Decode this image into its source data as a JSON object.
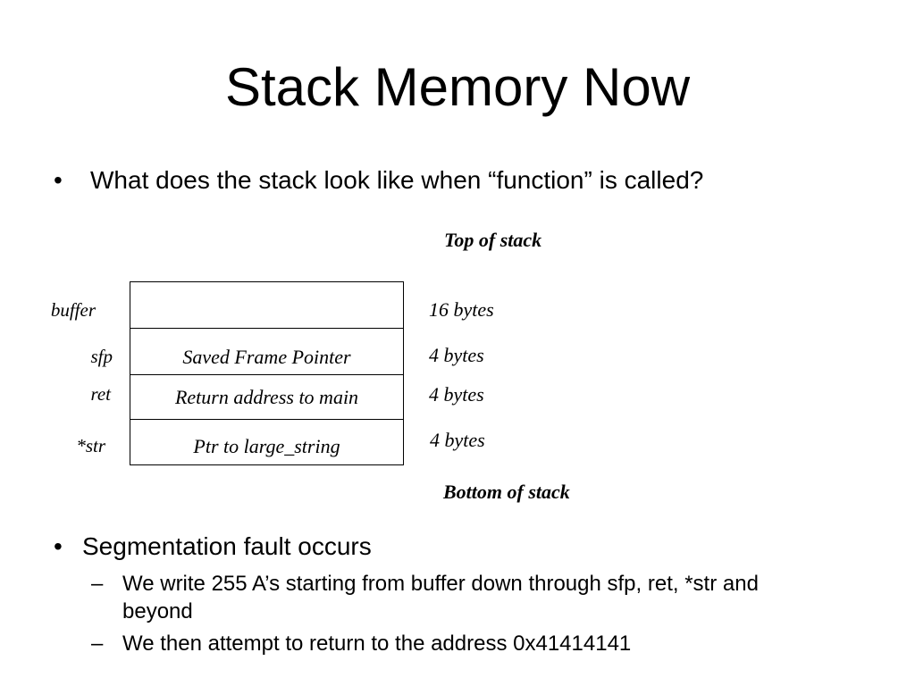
{
  "slide": {
    "title": "Stack Memory Now"
  },
  "bullets": {
    "first": "What does the stack look like when “function” is called?",
    "second": "Segmentation fault occurs",
    "marker": "•",
    "dash": "–"
  },
  "sub_bullets": [
    "We write 255 A’s starting from buffer down through sfp, ret, *str and beyond",
    "We then attempt to return to the address 0x41414141"
  ],
  "diagram": {
    "top_label": "Top of stack",
    "bottom_label": "Bottom of stack",
    "rows": [
      {
        "name": "buffer",
        "content": "",
        "size": "16 bytes"
      },
      {
        "name": "sfp",
        "content": "Saved Frame Pointer",
        "size": "4 bytes"
      },
      {
        "name": "ret",
        "content": "Return address to main",
        "size": "4 bytes"
      },
      {
        "name": "*str",
        "content": "Ptr to large_string",
        "size": "4 bytes"
      }
    ]
  }
}
